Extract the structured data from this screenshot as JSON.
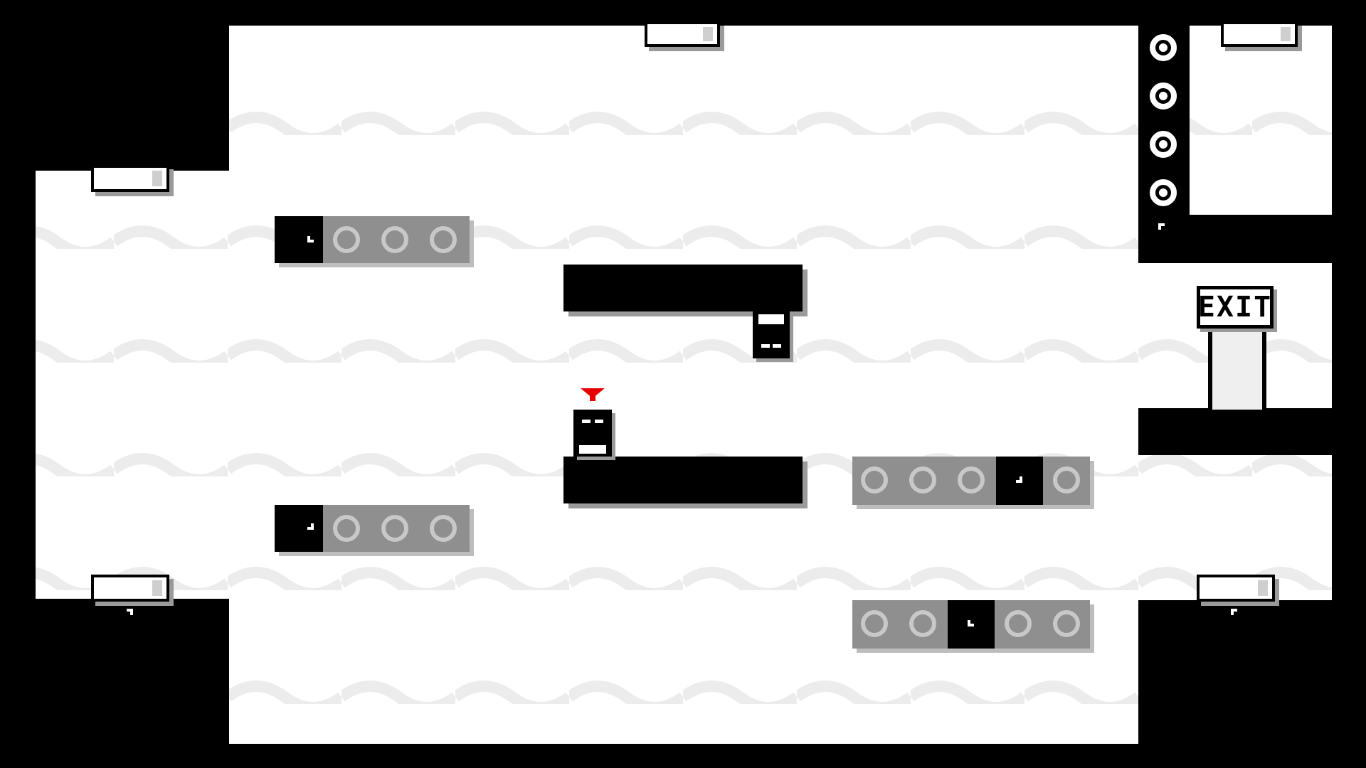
{
  "game": {
    "exit_sign": "EXIT",
    "colors": {
      "background": "#000000",
      "room": "#ffffff",
      "wave": "#ececec",
      "track": "#8f8f8f",
      "marker": "#e60000"
    },
    "player": {
      "marker": "red-arrow"
    },
    "tracks": [
      {
        "name": "track-upper-left",
        "rings": 3
      },
      {
        "name": "track-lower-left",
        "rings": 3
      },
      {
        "name": "track-right-middle",
        "rings": 4
      },
      {
        "name": "track-right-bottom",
        "rings": 4
      }
    ],
    "gears": 4
  }
}
